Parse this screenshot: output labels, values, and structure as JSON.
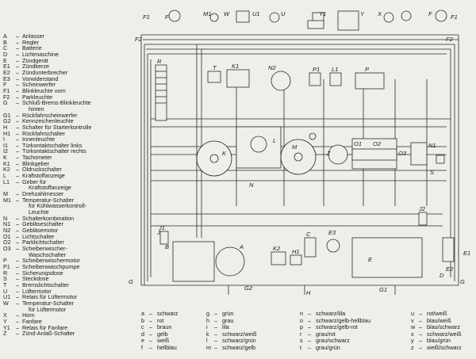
{
  "legend": [
    {
      "code": "A",
      "text": "Anlasser"
    },
    {
      "code": "B",
      "text": "Regler"
    },
    {
      "code": "C",
      "text": "Batterie"
    },
    {
      "code": "D",
      "text": "Lichtmaschine"
    },
    {
      "code": "E",
      "text": "Zündgerät"
    },
    {
      "code": "E1",
      "text": "Zündkerze"
    },
    {
      "code": "E2",
      "text": "Zündunterbrecher"
    },
    {
      "code": "E3",
      "text": "Vorwiderstand"
    },
    {
      "code": "F",
      "text": "Scheinwerfer"
    },
    {
      "code": "F1",
      "text": "Blinkleuchte vorn"
    },
    {
      "code": "F2",
      "text": "Parkleuchte"
    },
    {
      "code": "G",
      "text": "Schluß-Brems-Blinkleuchte",
      "cont": "hinten"
    },
    {
      "code": "G1",
      "text": "Rückfahrscheinwerfer"
    },
    {
      "code": "G2",
      "text": "Kennzeichenleuchte"
    },
    {
      "code": "H",
      "text": "Schalter für Starterkontrolle"
    },
    {
      "code": "H1",
      "text": "Rückfahrschalter"
    },
    {
      "code": "I",
      "text": "Innenleuchte"
    },
    {
      "code": "I1",
      "text": "Türkontaktschalter links"
    },
    {
      "code": "I2",
      "text": "Türkontaktschalter rechts"
    },
    {
      "code": "K",
      "text": "Tachometer"
    },
    {
      "code": "K1",
      "text": "Blinkgeber"
    },
    {
      "code": "K2",
      "text": "Öldruckschalter"
    },
    {
      "code": "L",
      "text": "Kraftstoffanzeige"
    },
    {
      "code": "L1",
      "text": "Geber für",
      "cont": "Kraftstoffanzeige"
    },
    {
      "code": "M",
      "text": "Drehzahlmesser"
    },
    {
      "code": "M1",
      "text": "Temperatur-Schalter",
      "cont": "für Kühlwasserkontroll-",
      "cont2": "Leuchte"
    },
    {
      "code": "N",
      "text": "Schalterkombination"
    },
    {
      "code": "N1",
      "text": "Gebläseschalter"
    },
    {
      "code": "N2",
      "text": "Gebläsemotor"
    },
    {
      "code": "O1",
      "text": "Lichtschalter"
    },
    {
      "code": "O2",
      "text": "Parklichtschalter"
    },
    {
      "code": "O3",
      "text": "Scheibenwischer-",
      "cont": "Waschschalter"
    },
    {
      "code": "P",
      "text": "Scheibenwischermotor"
    },
    {
      "code": "P1",
      "text": "Scheibenwaschpumpe"
    },
    {
      "code": "R",
      "text": "Sicherungsdose"
    },
    {
      "code": "S",
      "text": "Steckdose"
    },
    {
      "code": "T",
      "text": "Bremslichtschalter"
    },
    {
      "code": "U",
      "text": "Lüftermotor"
    },
    {
      "code": "U1",
      "text": "Relais für Lüftermotor"
    },
    {
      "code": "W",
      "text": "Temperatur-Schalter",
      "cont": "für Lüftermotor"
    },
    {
      "code": "X",
      "text": "Horn"
    },
    {
      "code": "Y",
      "text": "Fanfare"
    },
    {
      "code": "Y1",
      "text": "Relais für Fanfare"
    },
    {
      "code": "Z",
      "text": "Zünd-Anlaß-Schalter"
    }
  ],
  "colors": [
    [
      {
        "code": "a",
        "name": "schwarz"
      },
      {
        "code": "b",
        "name": "rot"
      },
      {
        "code": "c",
        "name": "braun"
      },
      {
        "code": "d",
        "name": "gelb"
      },
      {
        "code": "e",
        "name": "weiß"
      },
      {
        "code": "f",
        "name": "hellblau"
      }
    ],
    [
      {
        "code": "g",
        "name": "grün"
      },
      {
        "code": "h",
        "name": "grau"
      },
      {
        "code": "i",
        "name": "lila"
      },
      {
        "code": "k",
        "name": "schwarz/weiß"
      },
      {
        "code": "l",
        "name": "schwarz/grün"
      },
      {
        "code": "m",
        "name": "schwarz/gelb"
      }
    ],
    [
      {
        "code": "n",
        "name": "schwarz/lila"
      },
      {
        "code": "o",
        "name": "schwarz/gelb-hellblau"
      },
      {
        "code": "p",
        "name": "schwarz/gelb-rot"
      },
      {
        "code": "r",
        "name": "grau/rot"
      },
      {
        "code": "s",
        "name": "grau/schwarz"
      },
      {
        "code": "t",
        "name": "grau/grün"
      }
    ],
    [
      {
        "code": "u",
        "name": "rot/weiß"
      },
      {
        "code": "v",
        "name": "blau/weiß"
      },
      {
        "code": "w",
        "name": "blau/schwarz"
      },
      {
        "code": "x",
        "name": "schwarz/weiß"
      },
      {
        "code": "y",
        "name": "blau/grün"
      },
      {
        "code": "z",
        "name": "weiß/schwarz"
      }
    ]
  ],
  "diagram_labels": {
    "F1_left": "F1",
    "F_left": "F",
    "M1": "M1",
    "W": "W",
    "U1": "U1",
    "U": "U",
    "Y1": "Y1",
    "Y": "Y",
    "X": "X",
    "F_right": "F",
    "F1_right": "F1",
    "F2_left": "F2",
    "F2_right": "F2",
    "R": "R",
    "T": "T",
    "K1": "K1",
    "N2": "N2",
    "P1": "P1",
    "L1": "L1",
    "P": "P",
    "K": "K",
    "M": "M",
    "Z": "Z",
    "O1": "O1",
    "O2": "O2",
    "O3": "O3",
    "N1": "N1",
    "S": "S",
    "N": "N",
    "J1": "J1",
    "J2": "J2",
    "J": "J",
    "B": "B",
    "A": "A",
    "K2": "K2",
    "H1": "H1",
    "C": "C",
    "E3": "E3",
    "E": "E",
    "E1": "E1",
    "E2": "E2",
    "D": "D",
    "L": "L",
    "G2": "G2",
    "G1": "G1",
    "G_left": "G",
    "G_right": "G",
    "H": "H"
  },
  "palette": {
    "ink": "#1b1b1b",
    "paper": "#efeee8",
    "wire": "#2a2a2a"
  }
}
